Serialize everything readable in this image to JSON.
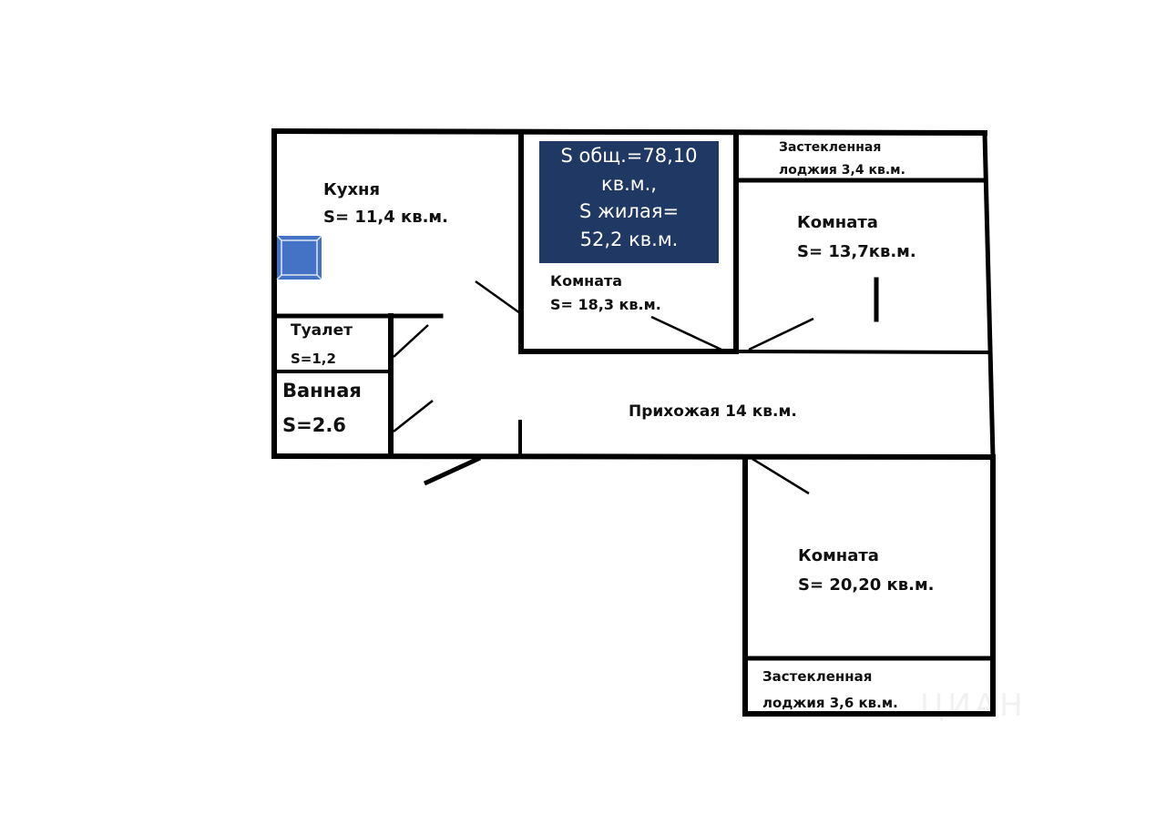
{
  "plan": {
    "summary": {
      "line1": "S общ.=78,10",
      "line2": "кв.м.,",
      "line3": "S жилая=",
      "line4": "52,2 кв.м."
    },
    "rooms": {
      "kitchen": {
        "name": "Кухня",
        "area": "S= 11,4 кв.м."
      },
      "room_center": {
        "name": "Комната",
        "area": "S= 18,3 кв.м."
      },
      "loggia_top": {
        "name": "Застекленная",
        "area": "лоджия 3,4 кв.м."
      },
      "room_right_top": {
        "name": "Комната",
        "area": "S= 13,7кв.м."
      },
      "toilet": {
        "name": "Туалет",
        "area": "S=1,2"
      },
      "bathroom": {
        "name": "Ванная",
        "area": "S=2.6"
      },
      "hallway": {
        "label": "Прихожая 14 кв.м."
      },
      "room_bottom": {
        "name": "Комната",
        "area": "S= 20,20 кв.м."
      },
      "loggia_bottom": {
        "name": "Застекленная",
        "area": "лоджия 3,6 кв.м."
      }
    },
    "watermark": "ЦИАН",
    "colors": {
      "wall": "#000000",
      "summary_bg": "#1f3864",
      "summary_text": "#ffffff",
      "stove_fill": "#4472c4"
    }
  }
}
